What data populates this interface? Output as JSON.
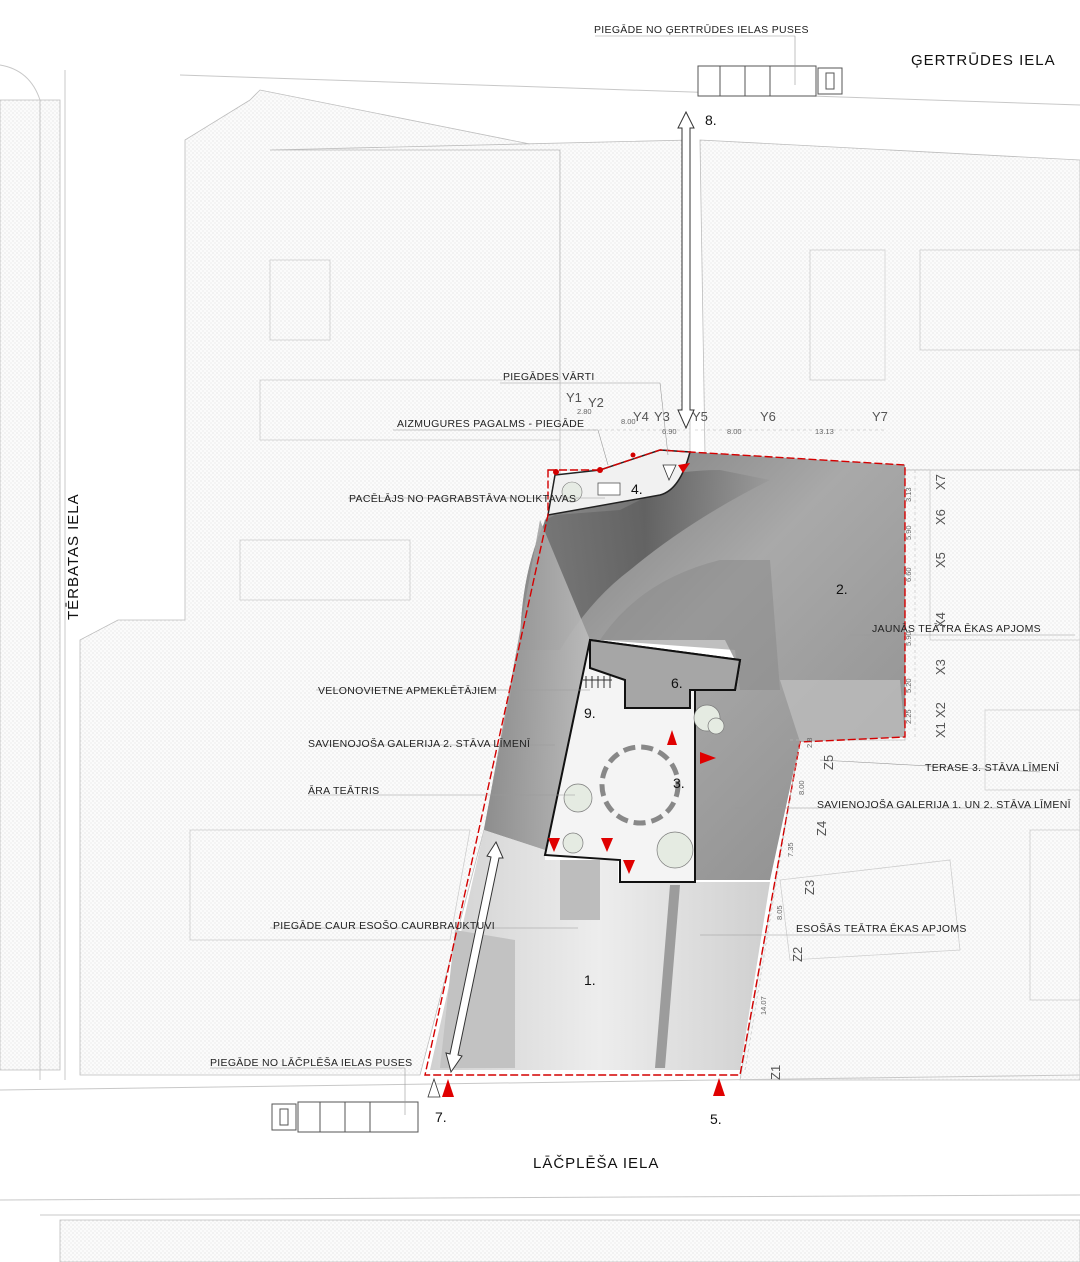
{
  "streets": {
    "north": "ĢERTRŪDES IELA",
    "west": "TĒRBATAS IELA",
    "south": "LĀČPLĒŠA IELA"
  },
  "grid_axes": {
    "y": [
      "Y1",
      "Y2",
      "Y4",
      "Y3",
      "Y5",
      "Y6",
      "Y7"
    ],
    "x": [
      "X7",
      "X6",
      "X5",
      "X4",
      "X3",
      "X2",
      "X1"
    ],
    "z": [
      "Z5",
      "Z4",
      "Z3",
      "Z2",
      "Z1"
    ]
  },
  "dimensions": {
    "y": [
      "2.80",
      "8.00",
      "6.90",
      "8.00",
      "13.13"
    ],
    "x": [
      "3.13",
      "5.90",
      "6.60",
      "5.90",
      "5.20",
      "2.25",
      "2.8"
    ],
    "z": [
      "8.00",
      "7.35",
      "8.05",
      "14.07"
    ]
  },
  "labels": {
    "delivery_gertrudes": "PIEGĀDE NO ĢERTRŪDES IELAS PUSES",
    "delivery_gate": "PIEGĀDES VĀRTI",
    "back_yard": "AIZMUGURES PAGALMS - PIEGĀDE",
    "lift": "PACĒLĀJS NO PAGRABSTĀVA NOLIKTAVAS",
    "new_volume": "JAUNĀS TEĀTRA ĒKAS APJOMS",
    "bike": "VELONOVIETNE APMEKLĒTĀJIEM",
    "gallery_2": "SAVIENOJOŠA GALERIJA 2. STĀVA LĪMENĪ",
    "terrace": "TERASE 3. STĀVA LĪMENĪ",
    "outdoor": "ĀRA TEĀTRIS",
    "gallery_1_2": "SAVIENOJOŠA GALERIJA 1. UN 2. STĀVA LĪMENĪ",
    "drive_through": "PIEGĀDE CAUR ESOŠO CAURBRAUKTUVI",
    "existing_volume": "ESOŠĀS TEĀTRA ĒKAS APJOMS",
    "delivery_lacplesa": "PIEGĀDE NO LĀČPLĒŠA IELAS PUSES"
  },
  "zone_numbers": {
    "n1": "1.",
    "n2": "2.",
    "n3": "3.",
    "n4": "4.",
    "n5": "5.",
    "n6": "6.",
    "n7": "7.",
    "n8": "8.",
    "n9": "9."
  },
  "colors": {
    "site_boundary": "#d40000",
    "entrance_marker": "#e00000",
    "new_building": "#8f8f8f",
    "existing_building": "#d9d9d9",
    "courtyard": "#f4f4f4"
  }
}
